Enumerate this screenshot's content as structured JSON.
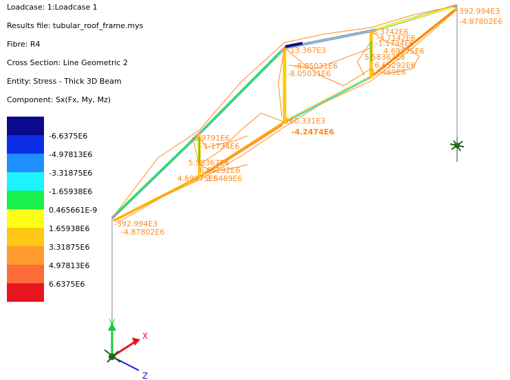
{
  "info": {
    "loadcase": "Loadcase: 1:Loadcase 1",
    "results_file": "Results file: tubular_roof_frame.mys",
    "fibre": "Fibre: R4",
    "cross_section": "Cross Section: Line Geometric 2",
    "entity": "Entity: Stress - Thick 3D Beam",
    "component": "Component: Sx(Fx, My, Mz)"
  },
  "legend": [
    {
      "color": "#0a0a8c",
      "label": "-6.6375E6"
    },
    {
      "color": "#0a2ee6",
      "label": "-4.97813E6"
    },
    {
      "color": "#1f8fff",
      "label": "-3.31875E6"
    },
    {
      "color": "#1ff2ff",
      "label": "-1.65938E6"
    },
    {
      "color": "#19f04d",
      "label": "0.465661E-9"
    },
    {
      "color": "#ffff14",
      "label": "1.65938E6"
    },
    {
      "color": "#ffc814",
      "label": "3.31875E6"
    },
    {
      "color": "#ff9a2e",
      "label": "4.97813E6"
    },
    {
      "color": "#ff6a3a",
      "label": "6.6375E6"
    },
    {
      "color": "#e8141e",
      "label": ""
    }
  ],
  "annotations": {
    "top_right_a": "392.994E3",
    "top_right_b": "-4.87802E6",
    "left_a": "-392.994E3",
    "left_b": "-4.87802E6",
    "mid_a": "-13.367E3",
    "mid_b": "-8.05031E6",
    "mid_c": "-8.05031E6",
    "center_a": "160.331E3",
    "center_b": "-4.2474E6",
    "ur_a": "-3.3742E6",
    "ur_b": "-3.7142E6",
    "ur_c": "-1.1734E6",
    "ur_d": "4.69975E6",
    "ur_e": "5.58367E6",
    "ur_f": "6.65292E6",
    "ur_g": "3.5469E6",
    "ll_a": "-3.9791E6",
    "ll_b": "-1.1734E6",
    "ll_c": "5.58367E6",
    "ll_d": "6.65292E6",
    "ll_e": "4.69975E6",
    "ll_f": "3.5469E6"
  },
  "axes": {
    "x": "X",
    "z": "Z"
  }
}
